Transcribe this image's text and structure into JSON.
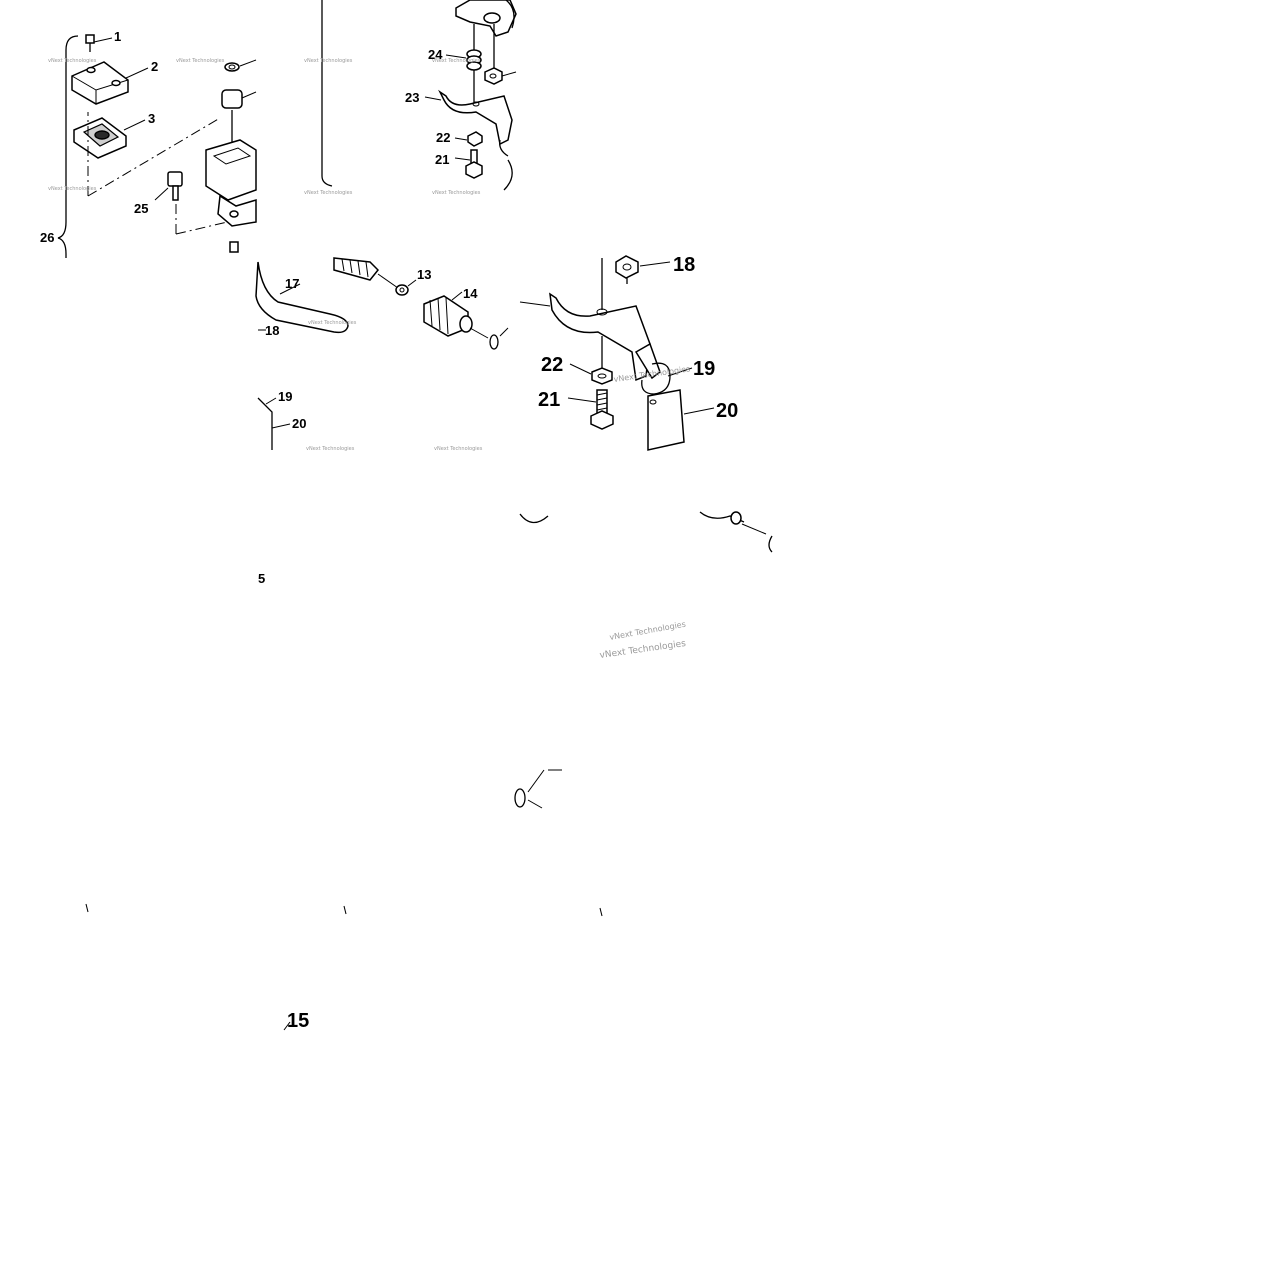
{
  "diagram": {
    "tiles": {
      "top_left_labels": [
        "1",
        "2",
        "3",
        "25",
        "26"
      ],
      "top_mid_labels": [
        "24",
        "23",
        "22",
        "21"
      ],
      "middle_labels": [
        "17",
        "18",
        "13",
        "14",
        "19",
        "20"
      ],
      "detail_labels": [
        "18",
        "19",
        "22",
        "21",
        "20"
      ],
      "stray_labels": [
        "5",
        "15"
      ]
    },
    "watermark": "vNext Technologies",
    "colors": {
      "ink": "#000000",
      "watermark": "#9a9a9a",
      "background": "#ffffff"
    }
  }
}
